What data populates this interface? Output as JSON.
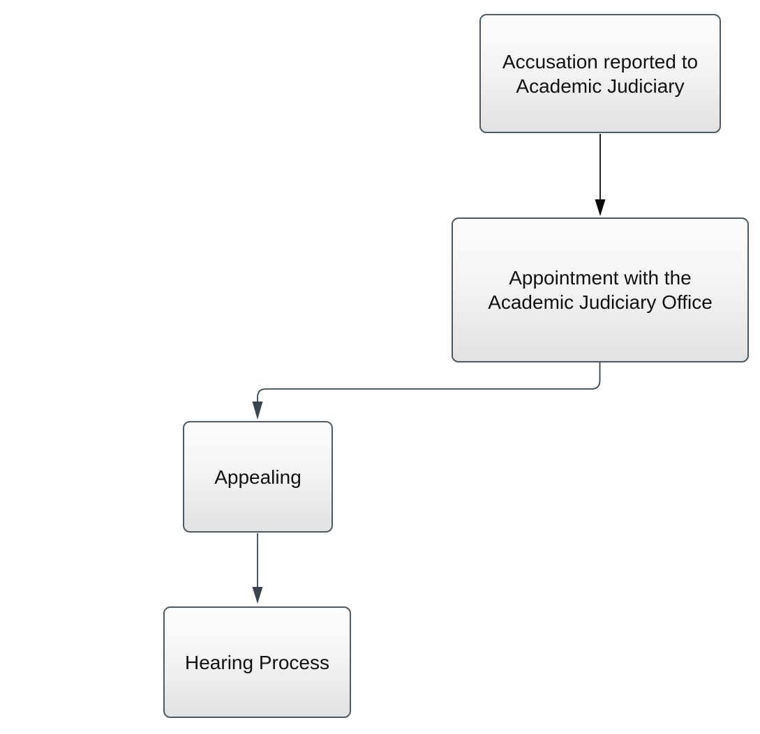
{
  "page": {
    "type": "flowchart",
    "background": "#FFFFFF"
  },
  "colors": {
    "node_border": "#4D5A66",
    "node_fill_top": "#FDFDFD",
    "node_fill_bottom": "#E2E2E2",
    "node_text": "#111111",
    "edge_primary": "#0A0A0A",
    "edge_secondary": "#3A4450"
  },
  "nodes": [
    {
      "id": "accusation-reported",
      "label": "Accusation reported to\nAcademic Judiciary"
    },
    {
      "id": "appointment-office",
      "label": "Appointment with the\nAcademic Judiciary Office"
    },
    {
      "id": "appealing",
      "label": "Appealing"
    },
    {
      "id": "hearing-process",
      "label": "Hearing Process"
    }
  ],
  "edges": [
    {
      "from": "accusation-reported",
      "to": "appointment-office",
      "arrow": "filled-triangle"
    },
    {
      "from": "appointment-office",
      "to": "appealing",
      "arrow": "filled-triangle"
    },
    {
      "from": "appealing",
      "to": "hearing-process",
      "arrow": "filled-triangle"
    }
  ]
}
